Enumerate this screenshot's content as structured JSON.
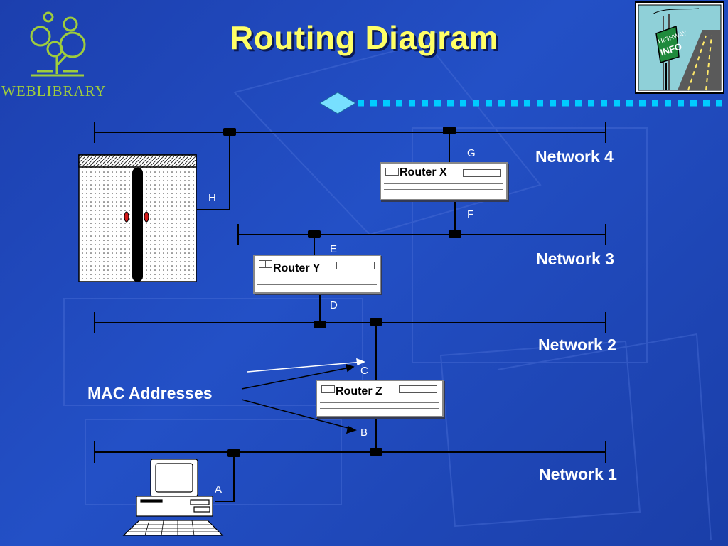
{
  "title": "Routing Diagram",
  "logo": {
    "text": "WEBLIBRARY"
  },
  "highway_sign": {
    "line1": "HIGHWAY",
    "line2": "INFO"
  },
  "networks": [
    {
      "label": "Network 4"
    },
    {
      "label": "Network 3"
    },
    {
      "label": "Network 2"
    },
    {
      "label": "Network 1"
    }
  ],
  "routers": [
    {
      "label": "Router X"
    },
    {
      "label": "Router Y"
    },
    {
      "label": "Router Z"
    }
  ],
  "mac_letters": [
    "A",
    "B",
    "C",
    "D",
    "E",
    "F",
    "G",
    "H"
  ],
  "annotation": {
    "label": "MAC Addresses"
  },
  "colors": {
    "background": "#1f45b8",
    "title": "#ffff66",
    "text": "#ffffff",
    "logo": "#9fcd3c",
    "connector": "#000000",
    "bus_line": "#000000",
    "dotted_rule": "#00ccff"
  }
}
